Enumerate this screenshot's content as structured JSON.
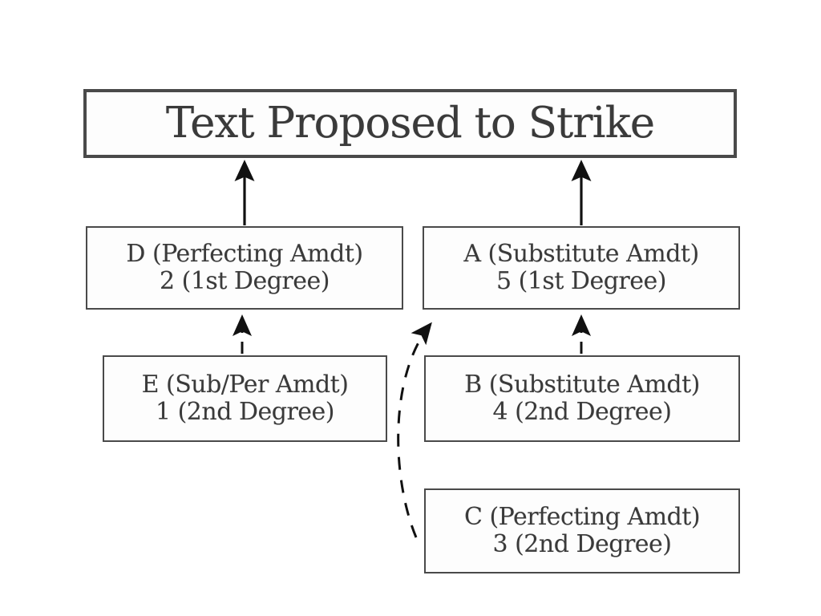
{
  "diagram": {
    "title_node": {
      "label": "Text Proposed to Strike"
    },
    "nodes": [
      {
        "id": "D",
        "name": "node-d",
        "line1": "D (Perfecting Amdt)",
        "line2": "2 (1st Degree)"
      },
      {
        "id": "A",
        "name": "node-a",
        "line1": "A (Substitute Amdt)",
        "line2": "5 (1st Degree)"
      },
      {
        "id": "E",
        "name": "node-e",
        "line1": "E (Sub/Per Amdt)",
        "line2": "1 (2nd Degree)"
      },
      {
        "id": "B",
        "name": "node-b",
        "line1": "B (Substitute Amdt)",
        "line2": "4 (2nd Degree)"
      },
      {
        "id": "C",
        "name": "node-c",
        "line1": "C (Perfecting Amdt)",
        "line2": "3 (2nd Degree)"
      }
    ],
    "edges": [
      {
        "from": "D",
        "to": "Text Proposed to Strike",
        "style": "solid"
      },
      {
        "from": "A",
        "to": "Text Proposed to Strike",
        "style": "solid"
      },
      {
        "from": "E",
        "to": "D",
        "style": "dashed"
      },
      {
        "from": "B",
        "to": "A",
        "style": "dashed"
      },
      {
        "from": "C",
        "to": "A",
        "style": "dashed-curved"
      }
    ],
    "colors": {
      "border": "#4a4a4a",
      "text": "#3a3a3a",
      "background": "#ffffff",
      "arrow": "#111111"
    }
  }
}
